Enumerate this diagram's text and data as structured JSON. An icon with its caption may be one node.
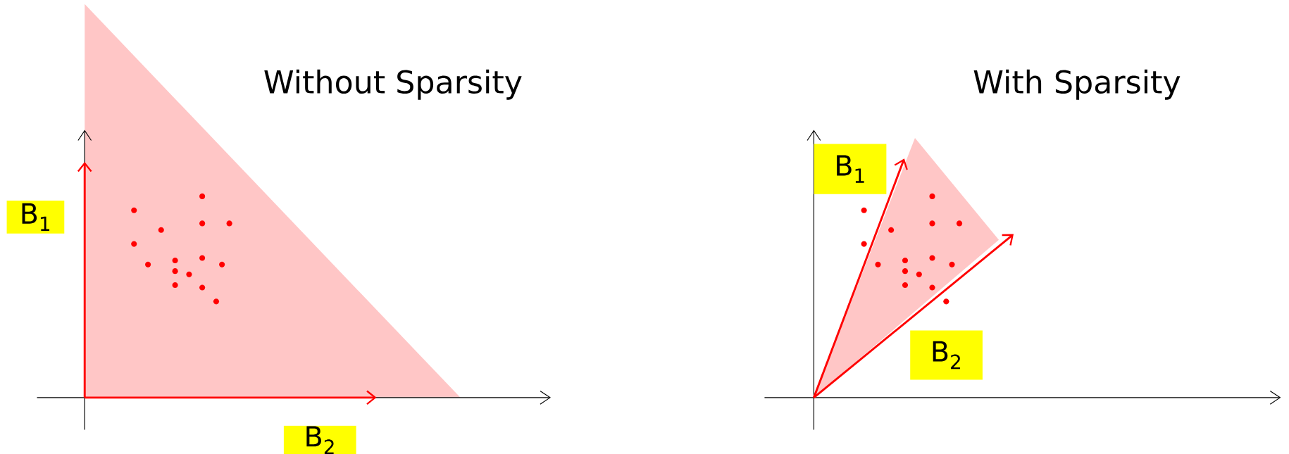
{
  "diagram": {
    "nodes": [
      {
        "text": [
          "B$_{1}$"
        ]
      },
      {
        "text": [
          "B$_{2}$"
        ]
      },
      {
        "text": [
          "B$_{1}$"
        ]
      },
      {
        "text": [
          "B$_{2}$"
        ]
      }
    ],
    "labels": [
      "Without Sparsity",
      "With Sparsity"
    ]
  }
}
